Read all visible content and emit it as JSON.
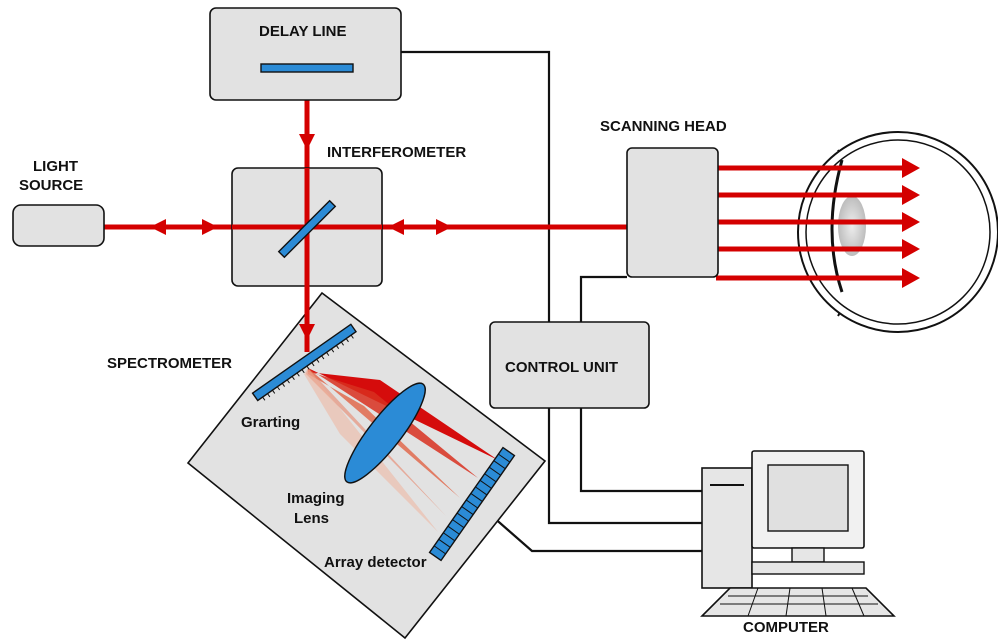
{
  "labels": {
    "delay_line": "DELAY LINE",
    "interferometer": "INTERFEROMETER",
    "light_source_line1": "LIGHT",
    "light_source_line2": "SOURCE",
    "scanning_head": "SCANNING HEAD",
    "spectrometer": "SPECTROMETER",
    "grating": "Grarting",
    "imaging_lens_line1": "Imaging",
    "imaging_lens_line2": "Lens",
    "array_detector": "Array detector",
    "control_unit": "CONTROL UNIT",
    "computer": "COMPUTER"
  },
  "colors": {
    "beam": "#d40000",
    "component_fill": "#e2e2e2",
    "optic_blue": "#2b8bd6",
    "outline": "#111111"
  }
}
